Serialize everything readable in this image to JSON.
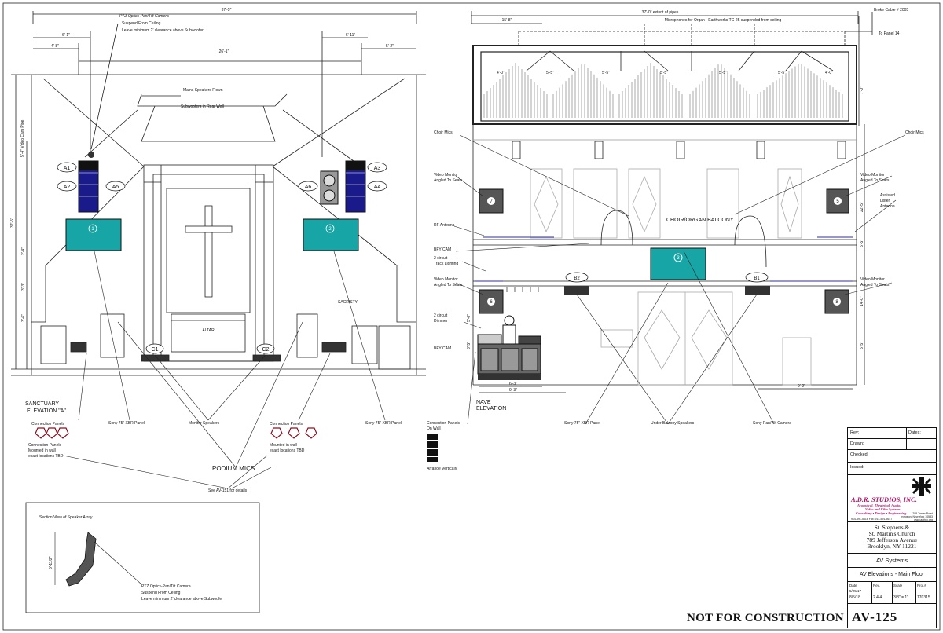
{
  "left_elevation": {
    "dims": {
      "overall": "37'-5\"",
      "left_a": "6'-1\"",
      "left_b": "4'-8\"",
      "center": "26'-1\"",
      "right_a": "6'-11\"",
      "right_b": "5'-2\"",
      "vert_a": "32'-5\"",
      "vert_b": "2'-4\"",
      "vert_c": "3'-3\"",
      "vert_d": "3'-6\"",
      "cam_pipe": "5'-4\" Video Cam Pipe"
    },
    "ptz_title": "PTZ Optics-Pan/Tilt Camera",
    "ptz_note1": "Suspend From Ceiling",
    "ptz_note2": "Leave minimum 2' clearance above Subwoofer",
    "mains_label": "Mains Speakers Flown",
    "subs_label": "Subwoofers in Rear Wall",
    "speaker_tags": [
      "A1",
      "A2",
      "A5",
      "A6",
      "A3",
      "A4"
    ],
    "monitor_1": "1",
    "monitor_2": "2",
    "altar": "ALTAR",
    "sacristy": "SACRISTY",
    "c1": "C1",
    "c2": "C2",
    "title1": "SANCTUARY",
    "title2": "ELEVATION \"A\"",
    "conn_left": "Connection Panels",
    "conn_left_note1": "Connection Panels",
    "conn_left_note2": "Mounted in wall",
    "conn_left_note3": "exact locations TBD",
    "conn_right": "Connection Panels",
    "conn_right_note1": "Mounted in wall",
    "conn_right_note2": "exact locations TBD",
    "sony_left": "Sony 75\" XBR Panel",
    "monitor_speakers": "Monitor Speakers",
    "sony_right": "Sony 75\" XBR Panel",
    "podium_mics": "PODIUM MICS",
    "see_detail": "See AV-151 for details"
  },
  "section_view": {
    "title": "Section View of Speaker Array",
    "dim": "5'-11/2\"",
    "ptz_title": "PTZ Optics-Pan/Tilt Camera",
    "note1": "Suspend From Ceiling",
    "note2": "Leave minimum 2' clearance above Subwoofer"
  },
  "nave": {
    "extent": "37'-0\" extent of pipes",
    "dim_left": "15'-8\"",
    "mic_label": "Microphones for Organ - Earthworks TC-25 suspended from ceiling",
    "broke_cable": "Broke Cable # 2005",
    "to_panel": "To Panel 14",
    "pipe_dims": [
      "4'-0\"",
      "5'-5\"",
      "5'-5\"",
      "5'-5\"",
      "5'-5\"",
      "5'-5\"",
      "4'-0\""
    ],
    "vert_pipe": "7'-0\"",
    "choir_mics_l": "Choir Mics",
    "choir_mics_r": "Choir Mics",
    "vm_l1a": "Video Monitor",
    "vm_l1b": "Angled To Seats",
    "vm_r1a": "Video Monitor",
    "vm_r1b": "Angled To Seats",
    "assisted1": "Assisted",
    "assisted2": "Listen",
    "assisted3": "Antenna",
    "balcony": "CHOIR/ORGAN BALCONY",
    "rf": "RF Antenna",
    "bfy1": "BFY CAM",
    "track1": "2 circuit",
    "track2": "Track Lighting",
    "vm_l2a": "Video Monitor",
    "vm_l2b": "Angled To Seats",
    "vm_r2a": "Video Monitor",
    "vm_r2b": "Angled To Seats",
    "dimmer1": "2 circuit",
    "dimmer2": "Dimmer",
    "bfy2": "BFY CAM",
    "mon_7": "7",
    "mon_3": "3",
    "mon_5": "5",
    "mon_6": "6",
    "mon_8": "8",
    "b1": "B1",
    "b2": "B2",
    "dim_bottom_l": "6'-3\"",
    "dim_bottom_l2": "9'-3\"",
    "dim_bottom_r": "9'-2\"",
    "vert_r1": "22'-5\"",
    "vert_r2": "5'-5\"",
    "vert_r3": "14'-0\"",
    "vert_r4": "5'-5\"",
    "vert_l1": "5'-6\"",
    "vert_l2": "3'-5\"",
    "title1": "NAVE",
    "title2": "ELEVATION",
    "conn1": "Connection Panels",
    "conn2": "On Wall",
    "arrange": "Arrange Vertically",
    "sony": "Sony 75\" XBR Panel",
    "under_balcony": "Under Balcony Speakers",
    "sony_ptz": "Sony-Pan/Tilt Camera"
  },
  "title_block": {
    "rev": "Rev:",
    "dates": "Dates:",
    "drawn": "Drawn:",
    "checked": "Checked:",
    "issued": "Issued:",
    "company": "A.D.R. STUDIOS, INC.",
    "tag1": "Acoustical, Theatrical, Audio,",
    "tag2": "Video and Film Systems",
    "tag3": "Consulting • Design • Engineering",
    "addr1": "255 Taxter Road",
    "addr2": "Irvington, New York 10533",
    "phone": "914-591-5616   Fax: 914-591-5617",
    "web": "www.adrinc.org",
    "proj1": "St. Stephens &",
    "proj2": "St. Martin's Church",
    "proj3": "789 Jefferson Avenue",
    "proj4": "Brooklyn, NY 11221",
    "system": "AV Systems",
    "sheet_title": "AV Elevations - Main Floor",
    "date_lbl": "Date",
    "date1": "5/25/17",
    "date2": "8/5/18",
    "rev_lbl": "Rev.",
    "rev_val": "2.4.4",
    "scale_lbl": "Scale",
    "scale_val": "3/8\" = 1'",
    "proj_lbl": "Proj.#",
    "proj_val": "170315",
    "sheet_no": "AV-125"
  },
  "stamp": "NOT FOR CONSTRUCTION"
}
